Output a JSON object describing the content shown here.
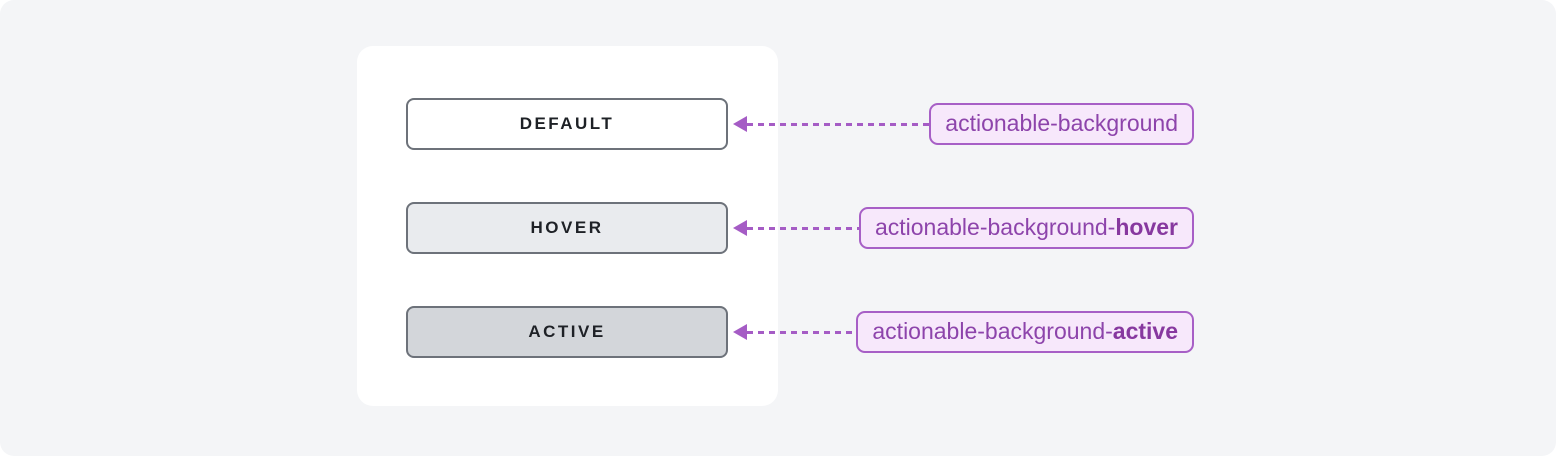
{
  "page": {
    "background": "#ffffff",
    "panel_background": "#f4f5f7",
    "card_background": "#ffffff"
  },
  "rows": [
    {
      "state_label": "DEFAULT",
      "token_base": "actionable-background",
      "token_suffix": "",
      "swatch_color": "#ffffff"
    },
    {
      "state_label": "HOVER",
      "token_base": "actionable-background-",
      "token_suffix": "hover",
      "swatch_color": "#e9ebee"
    },
    {
      "state_label": "ACTIVE",
      "token_base": "actionable-background-",
      "token_suffix": "active",
      "swatch_color": "#d3d6da"
    }
  ],
  "colors": {
    "swatch_border": "#6d727a",
    "swatch_text": "#1e2126",
    "badge_background": "#f7e8fb",
    "badge_border": "#a75fc6",
    "badge_text": "#8d44ab",
    "connector": "#a55cc5"
  }
}
